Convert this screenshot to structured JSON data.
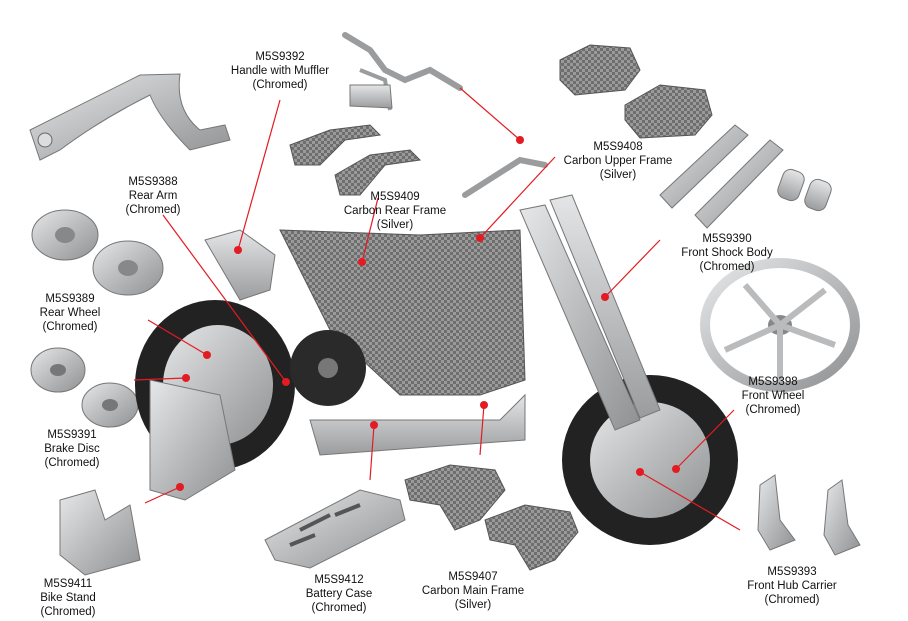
{
  "colors": {
    "callout_line": "#e31b23",
    "callout_dot": "#e31b23",
    "carbon": "#8c8c8c",
    "aluminum": "#c9cbcd",
    "tire": "#222222"
  },
  "parts": [
    {
      "code": "M5S9392",
      "name": "Handle with Muffler",
      "finish": "(Chromed)"
    },
    {
      "code": "M5S9388",
      "name": "Rear Arm",
      "finish": "(Chromed)"
    },
    {
      "code": "M5S9408",
      "name": "Carbon Upper Frame",
      "finish": "(Silver)"
    },
    {
      "code": "M5S9409",
      "name": "Carbon Rear Frame",
      "finish": "(Silver)"
    },
    {
      "code": "M5S9390",
      "name": "Front Shock Body",
      "finish": "(Chromed)"
    },
    {
      "code": "M5S9389",
      "name": "Rear Wheel",
      "finish": "(Chromed)"
    },
    {
      "code": "M5S9398",
      "name": "Front Wheel",
      "finish": "(Chromed)"
    },
    {
      "code": "M5S9391",
      "name": "Brake Disc",
      "finish": "(Chromed)"
    },
    {
      "code": "M5S9411",
      "name": "Bike Stand",
      "finish": "(Chromed)"
    },
    {
      "code": "M5S9412",
      "name": "Battery Case",
      "finish": "(Chromed)"
    },
    {
      "code": "M5S9407",
      "name": "Carbon Main Frame",
      "finish": "(Silver)"
    },
    {
      "code": "M5S9393",
      "name": "Front Hub Carrier",
      "finish": "(Chromed)"
    }
  ]
}
